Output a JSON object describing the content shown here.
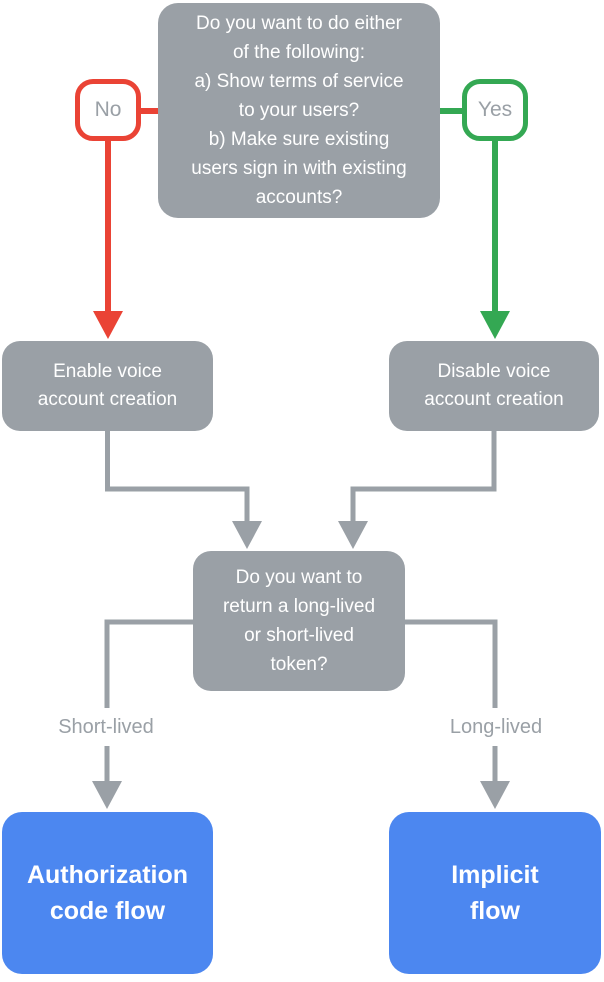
{
  "colors": {
    "background": "#ffffff",
    "node-gray": "#9aa0a6",
    "node-text": "#ffffff",
    "red": "#ea4335",
    "green": "#34a853",
    "blue": "#4c87f0",
    "muted-text": "#9aa0a6",
    "label-bg": "#ffffff"
  },
  "nodes": {
    "question_top": "Do you want to do either\nof the following:\na) Show terms of service\nto your users?\nb) Make sure existing\nusers sign in with existing\naccounts?",
    "no_badge": "No",
    "yes_badge": "Yes",
    "enable_voice": "Enable voice\naccount creation",
    "disable_voice": "Disable voice\naccount creation",
    "question_token": "Do you want to\nreturn a long-lived\nor short-lived\ntoken?",
    "short_lived_label": "Short-lived",
    "long_lived_label": "Long-lived",
    "authorization_flow": "Authorization\ncode flow",
    "implicit_flow": "Implicit\nflow"
  }
}
